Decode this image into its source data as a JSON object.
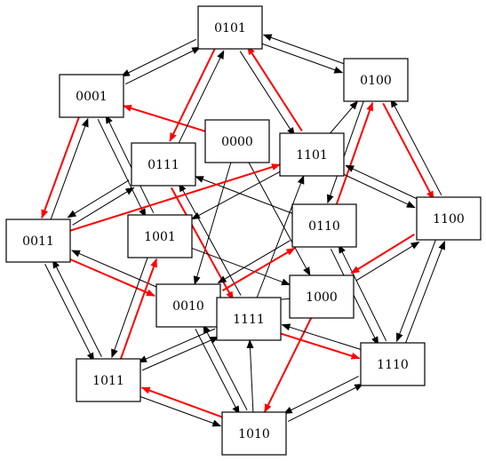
{
  "nodes": [
    {
      "id": "0101",
      "label": "0101"
    },
    {
      "id": "0100",
      "label": "0100"
    },
    {
      "id": "0001",
      "label": "0001"
    },
    {
      "id": "0000",
      "label": "0000"
    },
    {
      "id": "1101",
      "label": "1101"
    },
    {
      "id": "0111",
      "label": "0111"
    },
    {
      "id": "1100",
      "label": "1100"
    },
    {
      "id": "0110",
      "label": "0110"
    },
    {
      "id": "0011",
      "label": "0011"
    },
    {
      "id": "1001",
      "label": "1001"
    },
    {
      "id": "1000",
      "label": "1000"
    },
    {
      "id": "0010",
      "label": "0010"
    },
    {
      "id": "1111",
      "label": "1111"
    },
    {
      "id": "1110",
      "label": "1110"
    },
    {
      "id": "1011",
      "label": "1011"
    },
    {
      "id": "1010",
      "label": "1010"
    }
  ],
  "edges": [
    {
      "from": "0000",
      "to": "0001",
      "color": "red"
    },
    {
      "from": "0000",
      "to": "0010",
      "color": "black"
    },
    {
      "from": "0000",
      "to": "1000",
      "color": "black"
    },
    {
      "from": "0001",
      "to": "0101",
      "color": "black"
    },
    {
      "from": "0101",
      "to": "0001",
      "color": "black"
    },
    {
      "from": "0001",
      "to": "0011",
      "color": "red"
    },
    {
      "from": "0011",
      "to": "0001",
      "color": "black"
    },
    {
      "from": "0001",
      "to": "1001",
      "color": "black"
    },
    {
      "from": "1001",
      "to": "0001",
      "color": "black"
    },
    {
      "from": "0101",
      "to": "0100",
      "color": "black"
    },
    {
      "from": "0100",
      "to": "0101",
      "color": "black"
    },
    {
      "from": "0101",
      "to": "0111",
      "color": "red"
    },
    {
      "from": "0111",
      "to": "0101",
      "color": "black"
    },
    {
      "from": "0101",
      "to": "1101",
      "color": "black"
    },
    {
      "from": "1101",
      "to": "0101",
      "color": "red"
    },
    {
      "from": "0100",
      "to": "1100",
      "color": "red"
    },
    {
      "from": "1100",
      "to": "0100",
      "color": "black"
    },
    {
      "from": "0100",
      "to": "0110",
      "color": "black"
    },
    {
      "from": "0110",
      "to": "0100",
      "color": "red"
    },
    {
      "from": "1101",
      "to": "0100",
      "color": "black"
    },
    {
      "from": "0111",
      "to": "0011",
      "color": "black"
    },
    {
      "from": "0011",
      "to": "0111",
      "color": "black"
    },
    {
      "from": "0111",
      "to": "1111",
      "color": "red"
    },
    {
      "from": "1111",
      "to": "0111",
      "color": "black"
    },
    {
      "from": "0110",
      "to": "0111",
      "color": "black"
    },
    {
      "from": "1101",
      "to": "1100",
      "color": "black"
    },
    {
      "from": "1100",
      "to": "1101",
      "color": "black"
    },
    {
      "from": "0011",
      "to": "1101",
      "color": "red"
    },
    {
      "from": "1101",
      "to": "1001",
      "color": "black"
    },
    {
      "from": "1111",
      "to": "1101",
      "color": "black"
    },
    {
      "from": "0011",
      "to": "1011",
      "color": "black"
    },
    {
      "from": "1011",
      "to": "0011",
      "color": "black"
    },
    {
      "from": "0011",
      "to": "0010",
      "color": "red"
    },
    {
      "from": "0010",
      "to": "0011",
      "color": "black"
    },
    {
      "from": "1001",
      "to": "1011",
      "color": "black"
    },
    {
      "from": "1011",
      "to": "1001",
      "color": "red"
    },
    {
      "from": "1001",
      "to": "1000",
      "color": "black"
    },
    {
      "from": "0010",
      "to": "0110",
      "color": "red"
    },
    {
      "from": "0110",
      "to": "0010",
      "color": "black"
    },
    {
      "from": "0010",
      "to": "1010",
      "color": "black"
    },
    {
      "from": "1010",
      "to": "0010",
      "color": "black"
    },
    {
      "from": "1000",
      "to": "0010",
      "color": "black"
    },
    {
      "from": "0110",
      "to": "1110",
      "color": "black"
    },
    {
      "from": "1110",
      "to": "0110",
      "color": "black"
    },
    {
      "from": "1100",
      "to": "1000",
      "color": "red"
    },
    {
      "from": "1000",
      "to": "1100",
      "color": "black"
    },
    {
      "from": "1100",
      "to": "1110",
      "color": "black"
    },
    {
      "from": "1110",
      "to": "1100",
      "color": "black"
    },
    {
      "from": "1000",
      "to": "1010",
      "color": "red"
    },
    {
      "from": "1111",
      "to": "1110",
      "color": "red"
    },
    {
      "from": "1110",
      "to": "1111",
      "color": "black"
    },
    {
      "from": "1111",
      "to": "1011",
      "color": "black"
    },
    {
      "from": "1011",
      "to": "1111",
      "color": "black"
    },
    {
      "from": "1010",
      "to": "1111",
      "color": "black"
    },
    {
      "from": "1011",
      "to": "1010",
      "color": "black"
    },
    {
      "from": "1010",
      "to": "1011",
      "color": "red"
    },
    {
      "from": "1010",
      "to": "1110",
      "color": "black"
    },
    {
      "from": "1110",
      "to": "1010",
      "color": "black"
    }
  ],
  "colors": {
    "black": "#000000",
    "red": "#ff0000"
  }
}
